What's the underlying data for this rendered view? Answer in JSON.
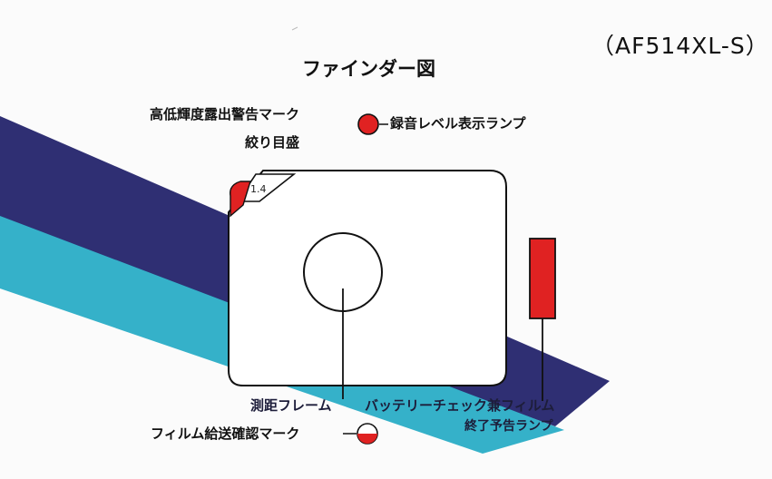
{
  "model_name": "（AF514XL-S）",
  "diagram_title": "ファインダー図",
  "labels": {
    "hi_lo_warning": "高低輝度露出警告マーク",
    "aperture_scale": "絞り目盛",
    "recording_level_lamp": "録音レベル表示ランプ",
    "metering_frame": "測距フレーム",
    "battery_check_film": "バッテリーチェック兼フィルム",
    "end_warning_lamp": "終了予告ランプ",
    "film_feed_mark": "フィルム給送確認マーク"
  },
  "colors": {
    "stripe_navy": "#2f2f73",
    "stripe_cyan": "#35b1c9",
    "indicator_red": "#e02222",
    "frame_stroke": "#111111"
  }
}
